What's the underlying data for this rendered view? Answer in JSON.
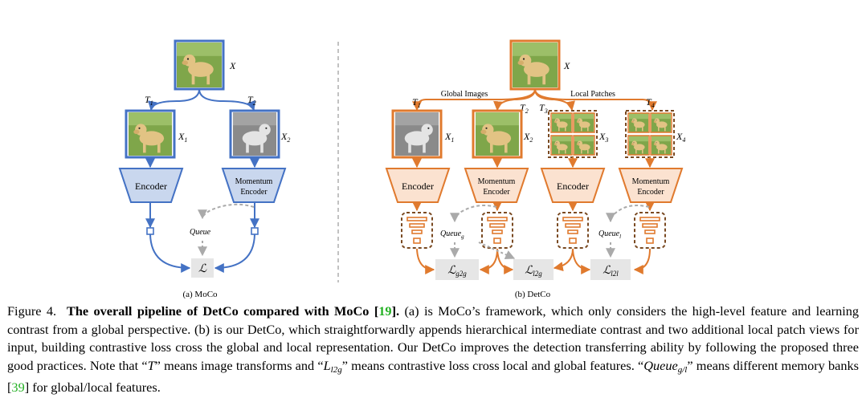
{
  "colors": {
    "moco_frame": "#4472c4",
    "moco_fill": "#c9d7ee",
    "detco_frame": "#e07a2e",
    "detco_fill": "#fbe2d0",
    "loss_fill": "#e6e6e6",
    "queue_arrow": "#aaaaaa",
    "feature_dash": "#7a4a22",
    "citation": "#22b022",
    "grass": "#7fa64a",
    "dog": "#e2c384"
  },
  "icons": {
    "dog_photo": "dog-photo-icon",
    "patch_grid": "patch-grid-icon",
    "feature_pyramid": "feature-pyramid-icon"
  },
  "moco": {
    "image_label": "X",
    "t1": "T",
    "t1_sub": "1",
    "t2": "T",
    "t2_sub": "2",
    "x1": "X",
    "x1_sub": "1",
    "x2": "X",
    "x2_sub": "2",
    "encoder": "Encoder",
    "momentum_line1": "Momentum",
    "momentum_line2": "Encoder",
    "queue": "Queue",
    "loss": "ℒ",
    "sublabel": "(a) MoCo"
  },
  "detco": {
    "image_label": "X",
    "global_images": "Global Images",
    "local_patches": "Local Patches",
    "t1": "T",
    "t1_sub": "1",
    "t2": "T",
    "t2_sub": "2",
    "t3": "T",
    "t3_sub": "3",
    "t4": "T",
    "t4_sub": "4",
    "x1": "X",
    "x1_sub": "1",
    "x2": "X",
    "x2_sub": "2",
    "x3": "X",
    "x3_sub": "3",
    "x4": "X",
    "x4_sub": "4",
    "encoder1": "Encoder",
    "momentum1_line1": "Momentum",
    "momentum1_line2": "Encoder",
    "encoder2": "Encoder",
    "momentum2_line1": "Momentum",
    "momentum2_line2": "Encoder",
    "queue_g": "Queue",
    "queue_g_sub": "g",
    "queue_l": "Queue",
    "queue_l_sub": "l",
    "loss_g2g": "ℒ",
    "loss_g2g_sub": "g2g",
    "loss_l2g": "ℒ",
    "loss_l2g_sub": "l2g",
    "loss_l2l": "ℒ",
    "loss_l2l_sub": "l2l",
    "sublabel": "(b) DetCo"
  },
  "caption": {
    "figure_number": "Figure 4.",
    "title_before_cite": "The overall pipeline of DetCo compared with MoCo [",
    "title_cite": "19",
    "title_after_cite": "].",
    "text1": " (a) is MoCo’s framework, which only considers the high-level feature and learning contrast from a global perspective. (b) is our DetCo, which straightforwardly appends hierarchical intermediate contrast and two additional local patch views for input, building contrastive loss cross the global and local representation. Our DetCo improves the detection transferring ability by following the proposed three good practices. Note that “",
    "t_symbol": "T",
    "text2": "” means image transforms and “",
    "l_symbol": "L",
    "l_sub": "l2g",
    "text3": "” means contrastive loss cross local and global features. “",
    "queue_symbol": "Queue",
    "queue_sub": "g/l",
    "text4": "” means different memory banks [",
    "cite2": "39",
    "text5": "] for global/local features."
  }
}
